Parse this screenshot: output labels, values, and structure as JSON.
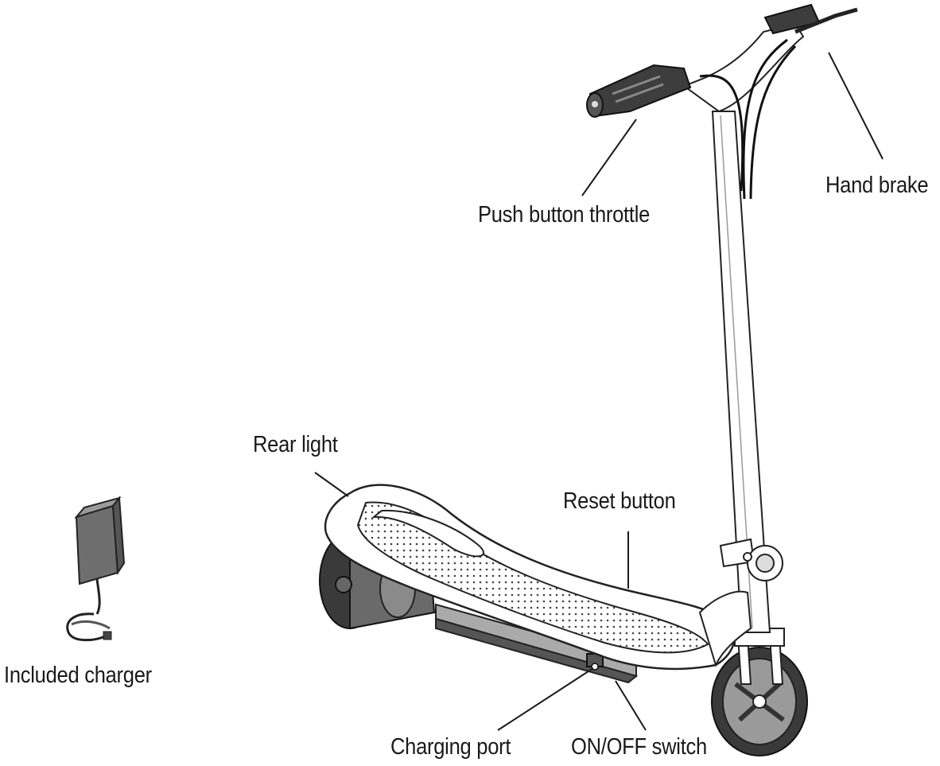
{
  "diagram": {
    "labels": {
      "hand_brake": "Hand brake",
      "push_button_throttle": "Push button throttle",
      "rear_light": "Rear light",
      "reset_button": "Reset button",
      "included_charger": "Included charger",
      "charging_port": "Charging port",
      "on_off_switch": "ON/OFF switch"
    },
    "colors": {
      "line": "#1a1a1a",
      "dark_part": "#4a4a4a",
      "mid_part": "#7a7a7a",
      "light_part": "#bdbdbd",
      "background": "#ffffff"
    }
  }
}
